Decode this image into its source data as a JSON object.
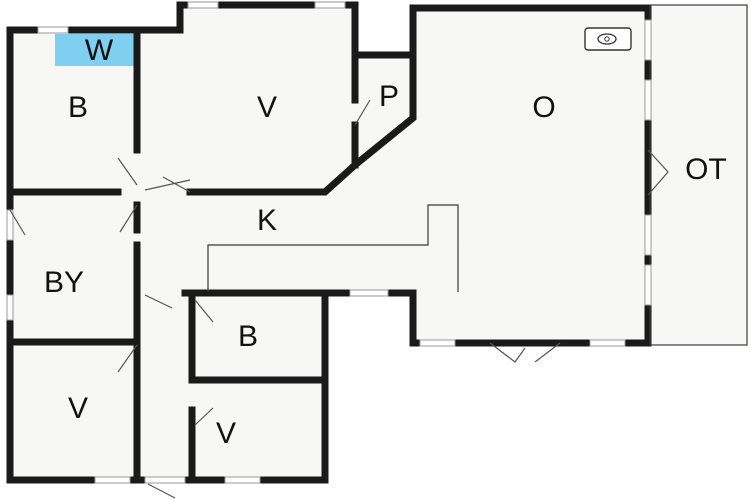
{
  "floor_plan": {
    "rooms": [
      {
        "id": "bedroom-1",
        "label": "B"
      },
      {
        "id": "wc",
        "label": "W"
      },
      {
        "id": "bedroom-2",
        "label": "B"
      },
      {
        "id": "living-1",
        "label": "V"
      },
      {
        "id": "pantry",
        "label": "P"
      },
      {
        "id": "open-room",
        "label": "O"
      },
      {
        "id": "outdoor-terrace",
        "label": "OT"
      },
      {
        "id": "kitchen",
        "label": "K"
      },
      {
        "id": "by",
        "label": "BY"
      },
      {
        "id": "living-2",
        "label": "V"
      },
      {
        "id": "living-3",
        "label": "V"
      }
    ],
    "colors": {
      "wall": "#1a1a1a",
      "floor": "#f7f7f5",
      "wc_highlight": "#7fcff0",
      "window": "#ffffff"
    },
    "icons": [
      "sink-icon"
    ]
  }
}
